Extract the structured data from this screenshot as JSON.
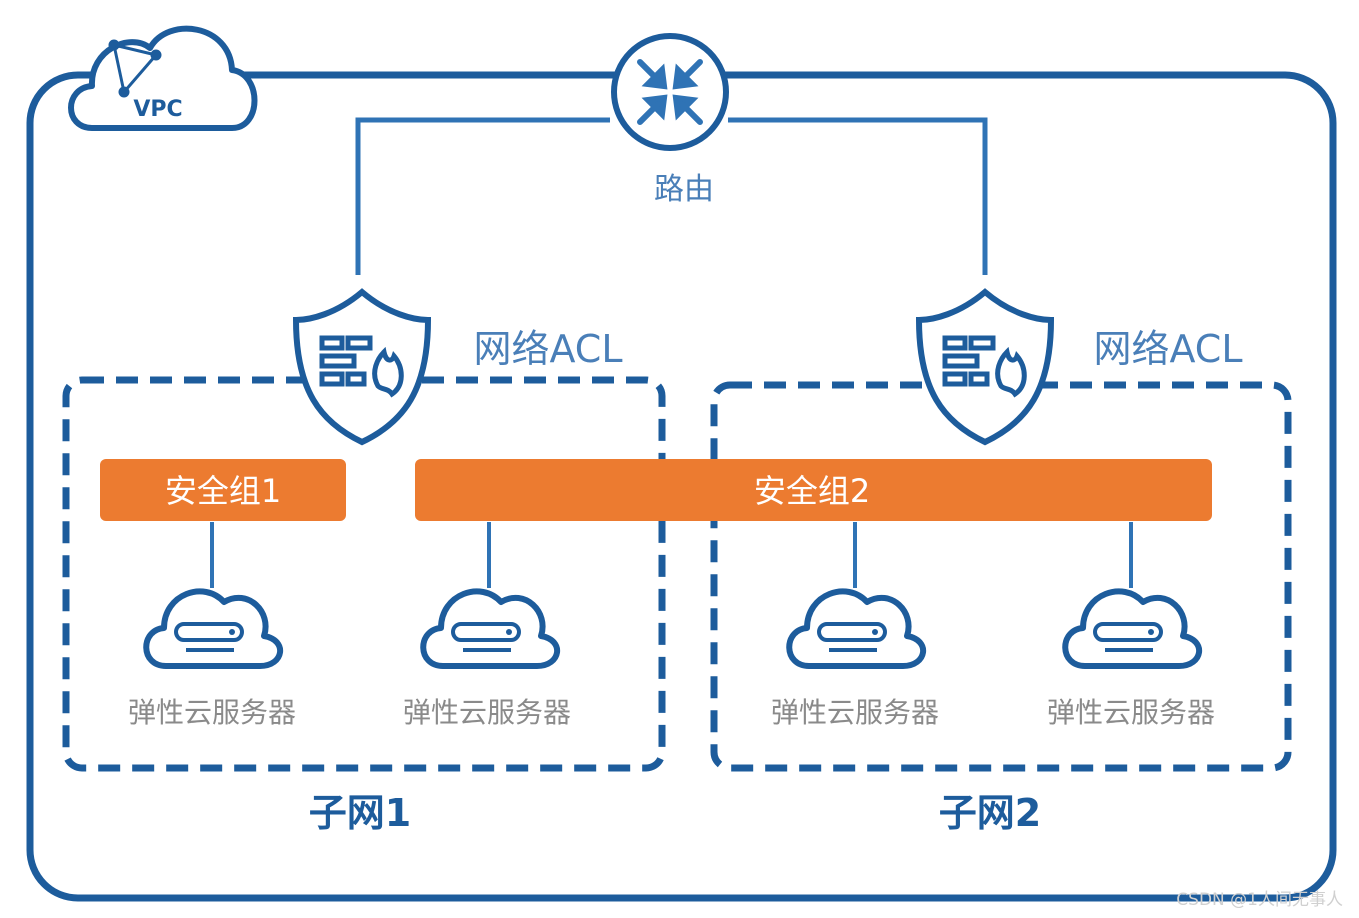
{
  "vpc": {
    "label": "VPC"
  },
  "router": {
    "label": "路由"
  },
  "acl": [
    {
      "label": "网络ACL"
    },
    {
      "label": "网络ACL"
    }
  ],
  "security_groups": [
    {
      "label": "安全组1"
    },
    {
      "label": "安全组2"
    }
  ],
  "servers": [
    {
      "label": "弹性云服务器"
    },
    {
      "label": "弹性云服务器"
    },
    {
      "label": "弹性云服务器"
    },
    {
      "label": "弹性云服务器"
    }
  ],
  "subnets": [
    {
      "label": "子网1"
    },
    {
      "label": "子网2"
    }
  ],
  "watermark": "CSDN @1人间无事人",
  "colors": {
    "primary_blue": "#1d5c9c",
    "light_blue": "#2f73b5",
    "text_blue": "#4a7fb8",
    "orange": "#ec7b30",
    "gray_text": "#8a8a8a"
  }
}
